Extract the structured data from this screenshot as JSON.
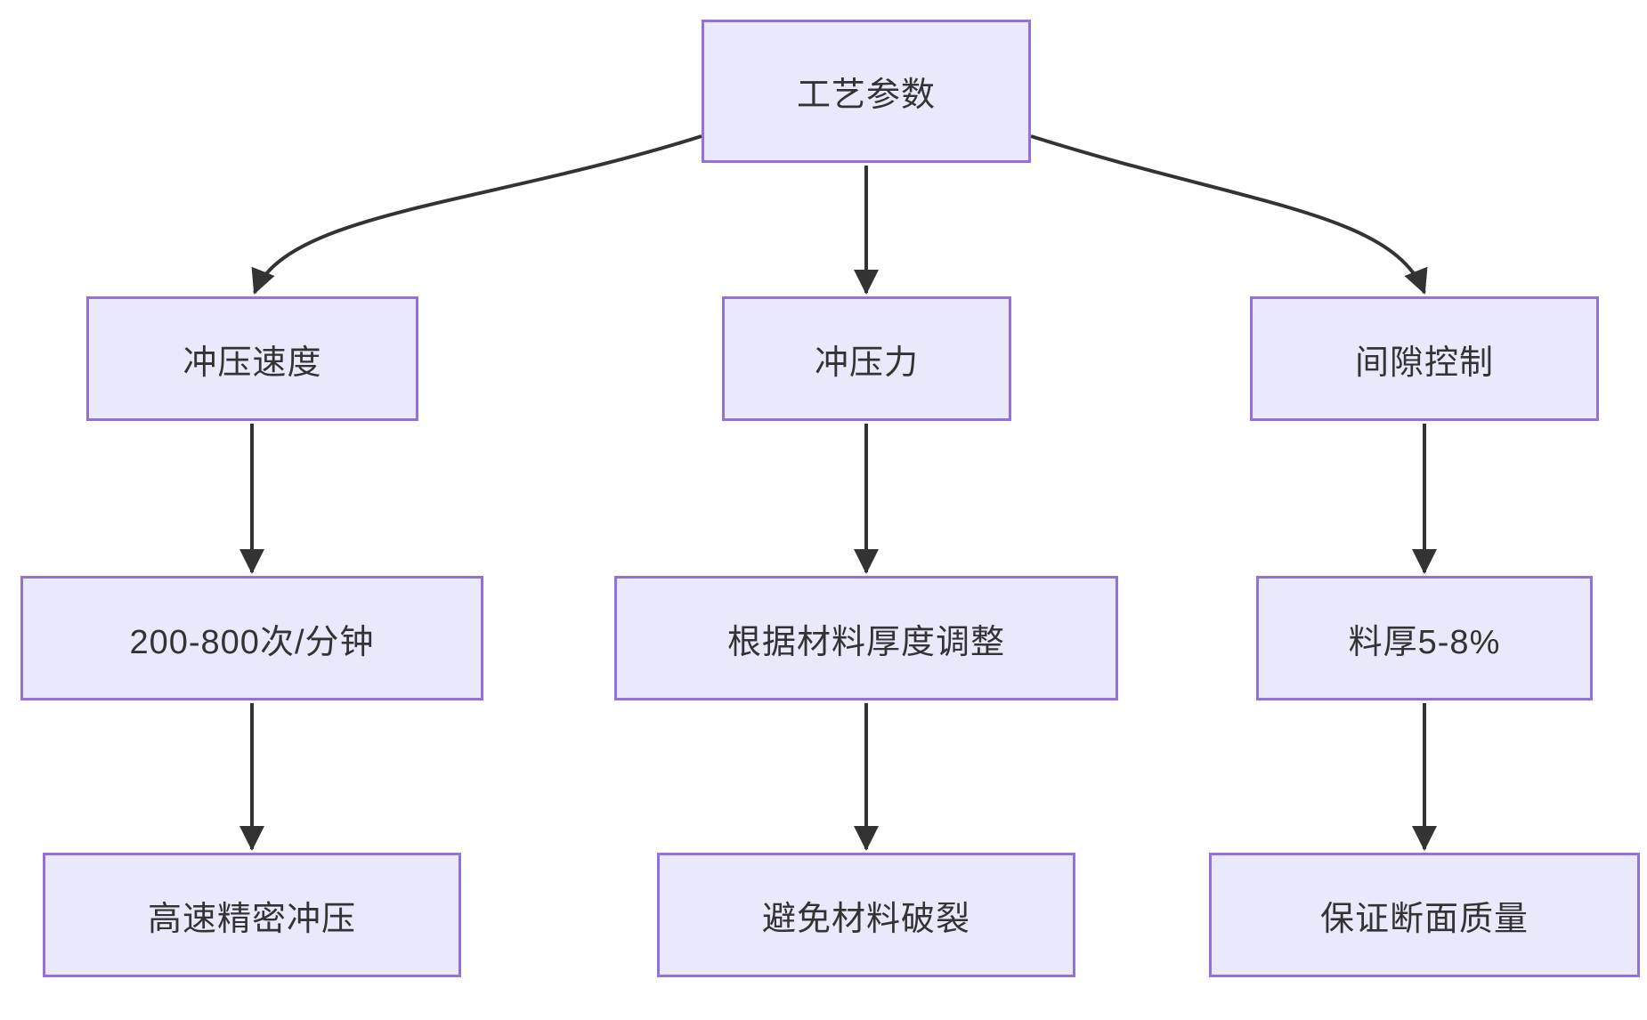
{
  "flowchart": {
    "root": {
      "label": "工艺参数"
    },
    "branches": [
      {
        "parameter": {
          "label": "冲压速度"
        },
        "value": {
          "label": "200-800次/分钟"
        },
        "outcome": {
          "label": "高速精密冲压"
        }
      },
      {
        "parameter": {
          "label": "冲压力"
        },
        "value": {
          "label": "根据材料厚度调整"
        },
        "outcome": {
          "label": "避免材料破裂"
        }
      },
      {
        "parameter": {
          "label": "间隙控制"
        },
        "value": {
          "label": "料厚5-8%"
        },
        "outcome": {
          "label": "保证断面质量"
        }
      }
    ],
    "edges": [
      {
        "from": "工艺参数",
        "to": "冲压速度"
      },
      {
        "from": "工艺参数",
        "to": "冲压力"
      },
      {
        "from": "工艺参数",
        "to": "间隙控制"
      },
      {
        "from": "冲压速度",
        "to": "200-800次/分钟"
      },
      {
        "from": "冲压力",
        "to": "根据材料厚度调整"
      },
      {
        "from": "间隙控制",
        "to": "料厚5-8%"
      },
      {
        "from": "200-800次/分钟",
        "to": "高速精密冲压"
      },
      {
        "from": "根据材料厚度调整",
        "to": "避免材料破裂"
      },
      {
        "from": "料厚5-8%",
        "to": "保证断面质量"
      }
    ],
    "colors": {
      "node_fill": "#E9E9FB",
      "node_border": "#9370DB",
      "edge": "#333333",
      "text": "#333333",
      "background": "#FFFFFF"
    }
  }
}
